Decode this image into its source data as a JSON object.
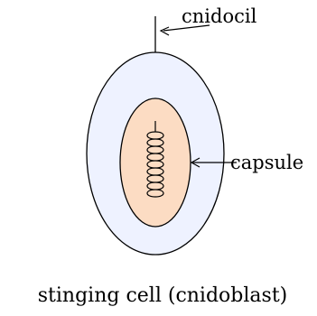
{
  "labels": {
    "cnidocil": "cnidocil",
    "capsule": "capsule",
    "caption": "stinging cell (cnidoblast)"
  },
  "colors": {
    "cell_fill": "#EEF2FF",
    "capsule_fill": "#FCDCC3",
    "stroke": "#000000"
  }
}
